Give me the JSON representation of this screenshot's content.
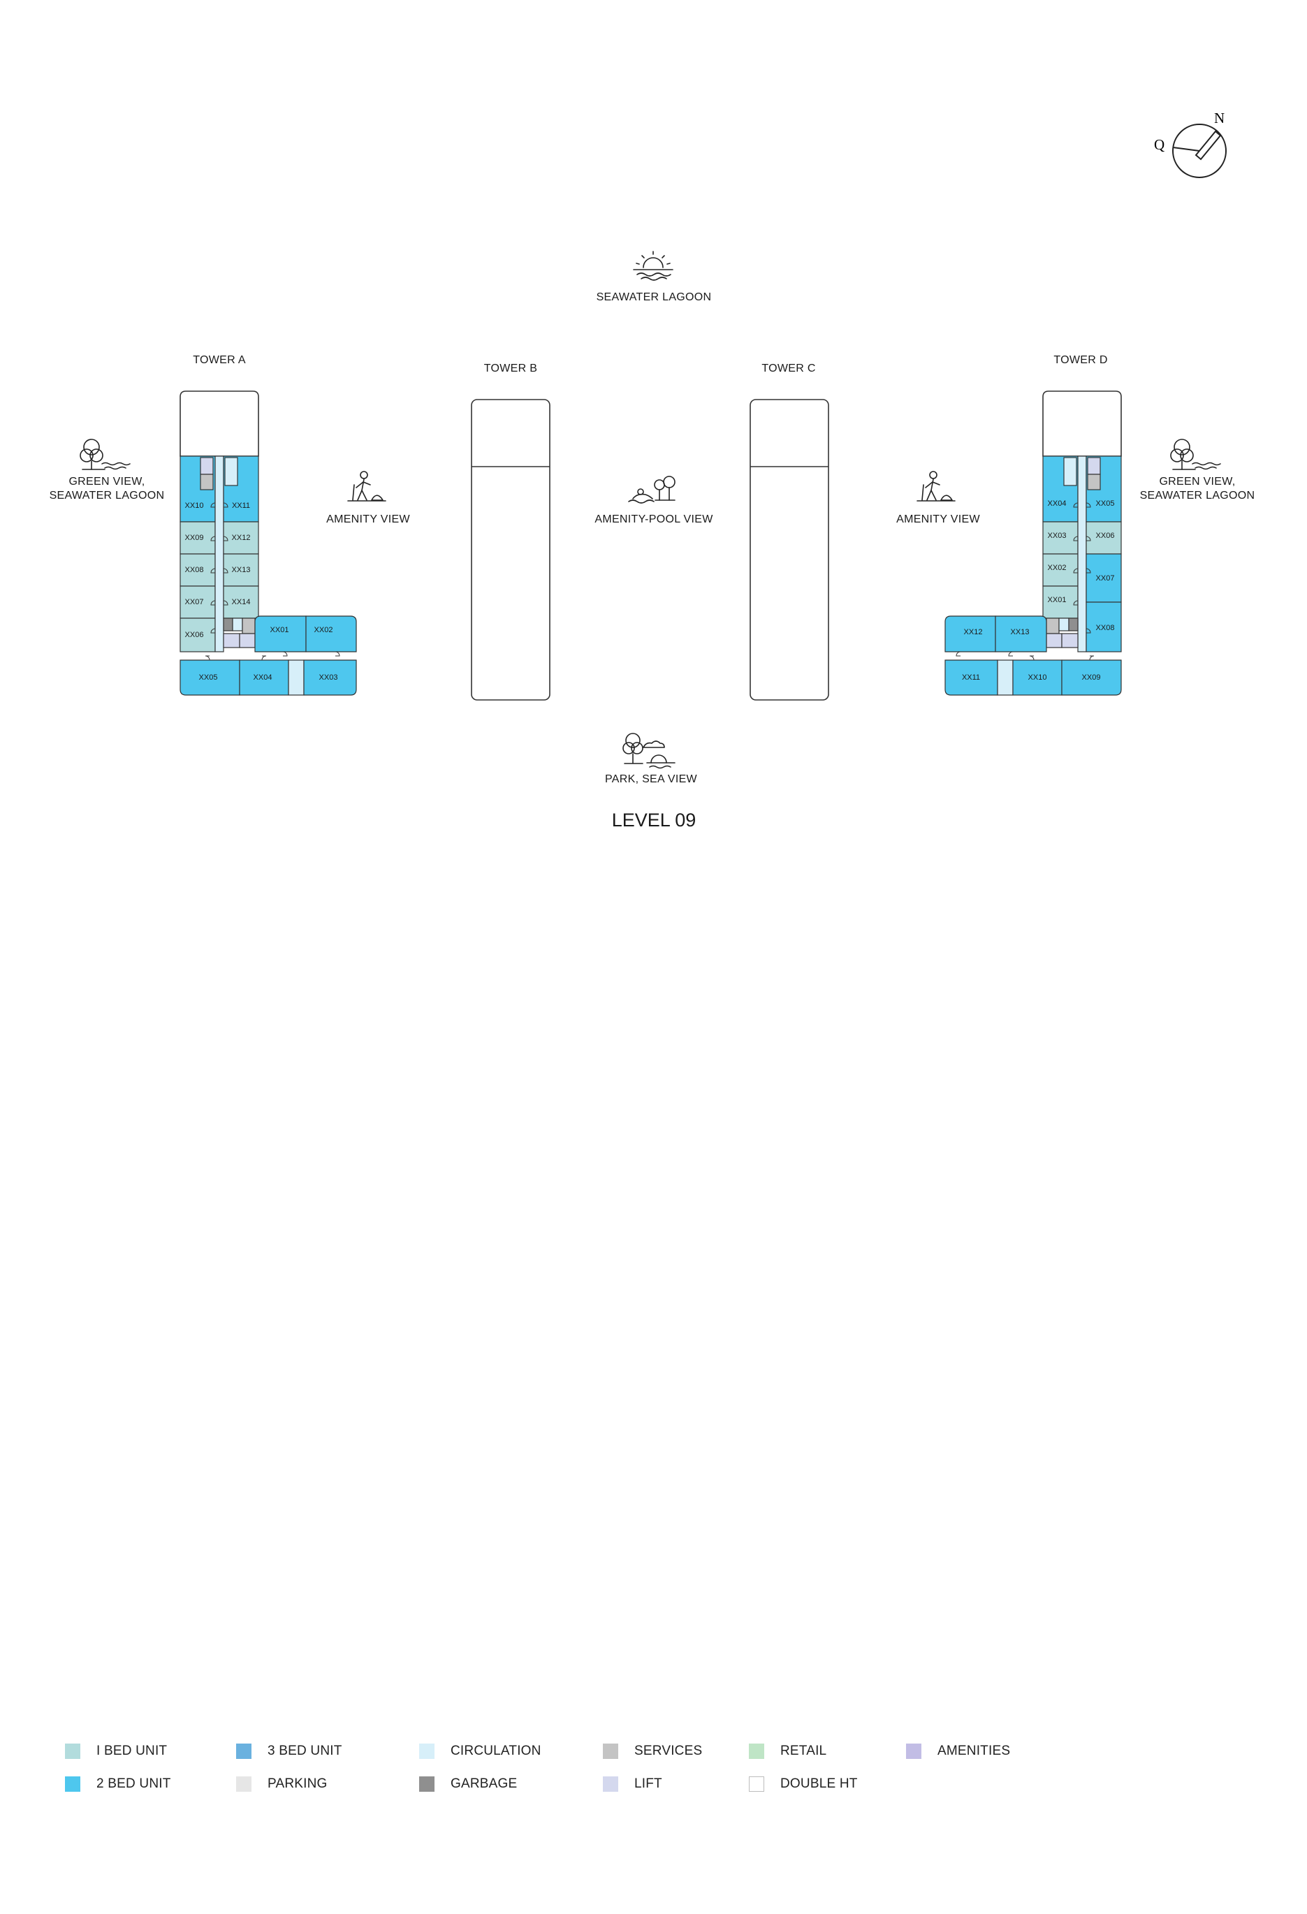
{
  "compass": {
    "north": "N",
    "other": "Q"
  },
  "views": {
    "top": "SEAWATER LAGOON",
    "bottom": "PARK, SEA VIEW",
    "left_line1": "GREEN VIEW,",
    "left_line2": "SEAWATER LAGOON",
    "right_line1": "GREEN VIEW,",
    "right_line2": "SEAWATER LAGOON",
    "amenity_left": "AMENITY VIEW",
    "amenity_pool": "AMENITY-POOL VIEW",
    "amenity_right": "AMENITY VIEW"
  },
  "towers": {
    "a": {
      "label": "TOWER A"
    },
    "b": {
      "label": "TOWER B"
    },
    "c": {
      "label": "TOWER C"
    },
    "d": {
      "label": "TOWER D"
    }
  },
  "units": {
    "a": {
      "xx01": "XX01",
      "xx02": "XX02",
      "xx03": "XX03",
      "xx04": "XX04",
      "xx05": "XX05",
      "xx06": "XX06",
      "xx07": "XX07",
      "xx08": "XX08",
      "xx09": "XX09",
      "xx10": "XX10",
      "xx11": "XX11",
      "xx12": "XX12",
      "xx13": "XX13",
      "xx14": "XX14"
    },
    "d": {
      "xx01": "XX01",
      "xx02": "XX02",
      "xx03": "XX03",
      "xx04": "XX04",
      "xx05": "XX05",
      "xx06": "XX06",
      "xx07": "XX07",
      "xx08": "XX08",
      "xx09": "XX09",
      "xx10": "XX10",
      "xx11": "XX11",
      "xx12": "XX12",
      "xx13": "XX13"
    }
  },
  "level": "LEVEL 09",
  "legend": [
    {
      "label": "I BED UNIT",
      "color": "#b2dcdd"
    },
    {
      "label": "3 BED UNIT",
      "color": "#6ab1df"
    },
    {
      "label": "CIRCULATION",
      "color": "#d7eff9"
    },
    {
      "label": "SERVICES",
      "color": "#c4c4c4"
    },
    {
      "label": "RETAIL",
      "color": "#bfe5c6"
    },
    {
      "label": "AMENITIES",
      "color": "#c2bde5"
    },
    {
      "label": "2 BED UNIT",
      "color": "#4ec7ee"
    },
    {
      "label": "PARKING",
      "color": "#e6e6e6"
    },
    {
      "label": "GARBAGE",
      "color": "#8f8f8f"
    },
    {
      "label": "LIFT",
      "color": "#d4d8ee"
    },
    {
      "label": "DOUBLE HT",
      "color": "#ffffff"
    }
  ]
}
